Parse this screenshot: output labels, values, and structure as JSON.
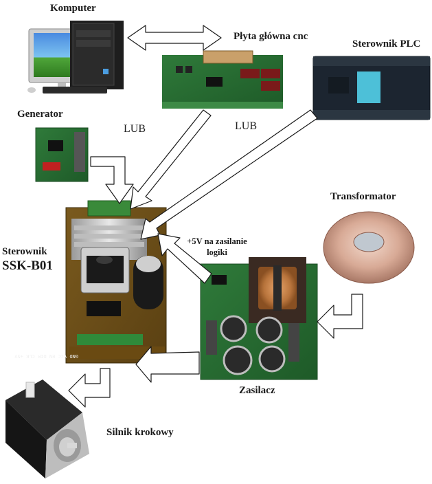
{
  "labels": {
    "computer": "Komputer",
    "cnc_board": "Płyta główna cnc",
    "plc": "Sterownik PLC",
    "generator": "Generator",
    "lub_left": "LUB",
    "lub_right": "LUB",
    "driver_name": "Sterownik",
    "driver_model": "SSK-B01",
    "transformer": "Transformator",
    "logic_supply_line1": "+5V na zasilanie",
    "logic_supply_line2": "logiki",
    "power_supply": "Zasilacz",
    "stepper_motor": "Silnik krokowy"
  },
  "terminal_text": "GND Vcc EN DIR CLK +5V"
}
